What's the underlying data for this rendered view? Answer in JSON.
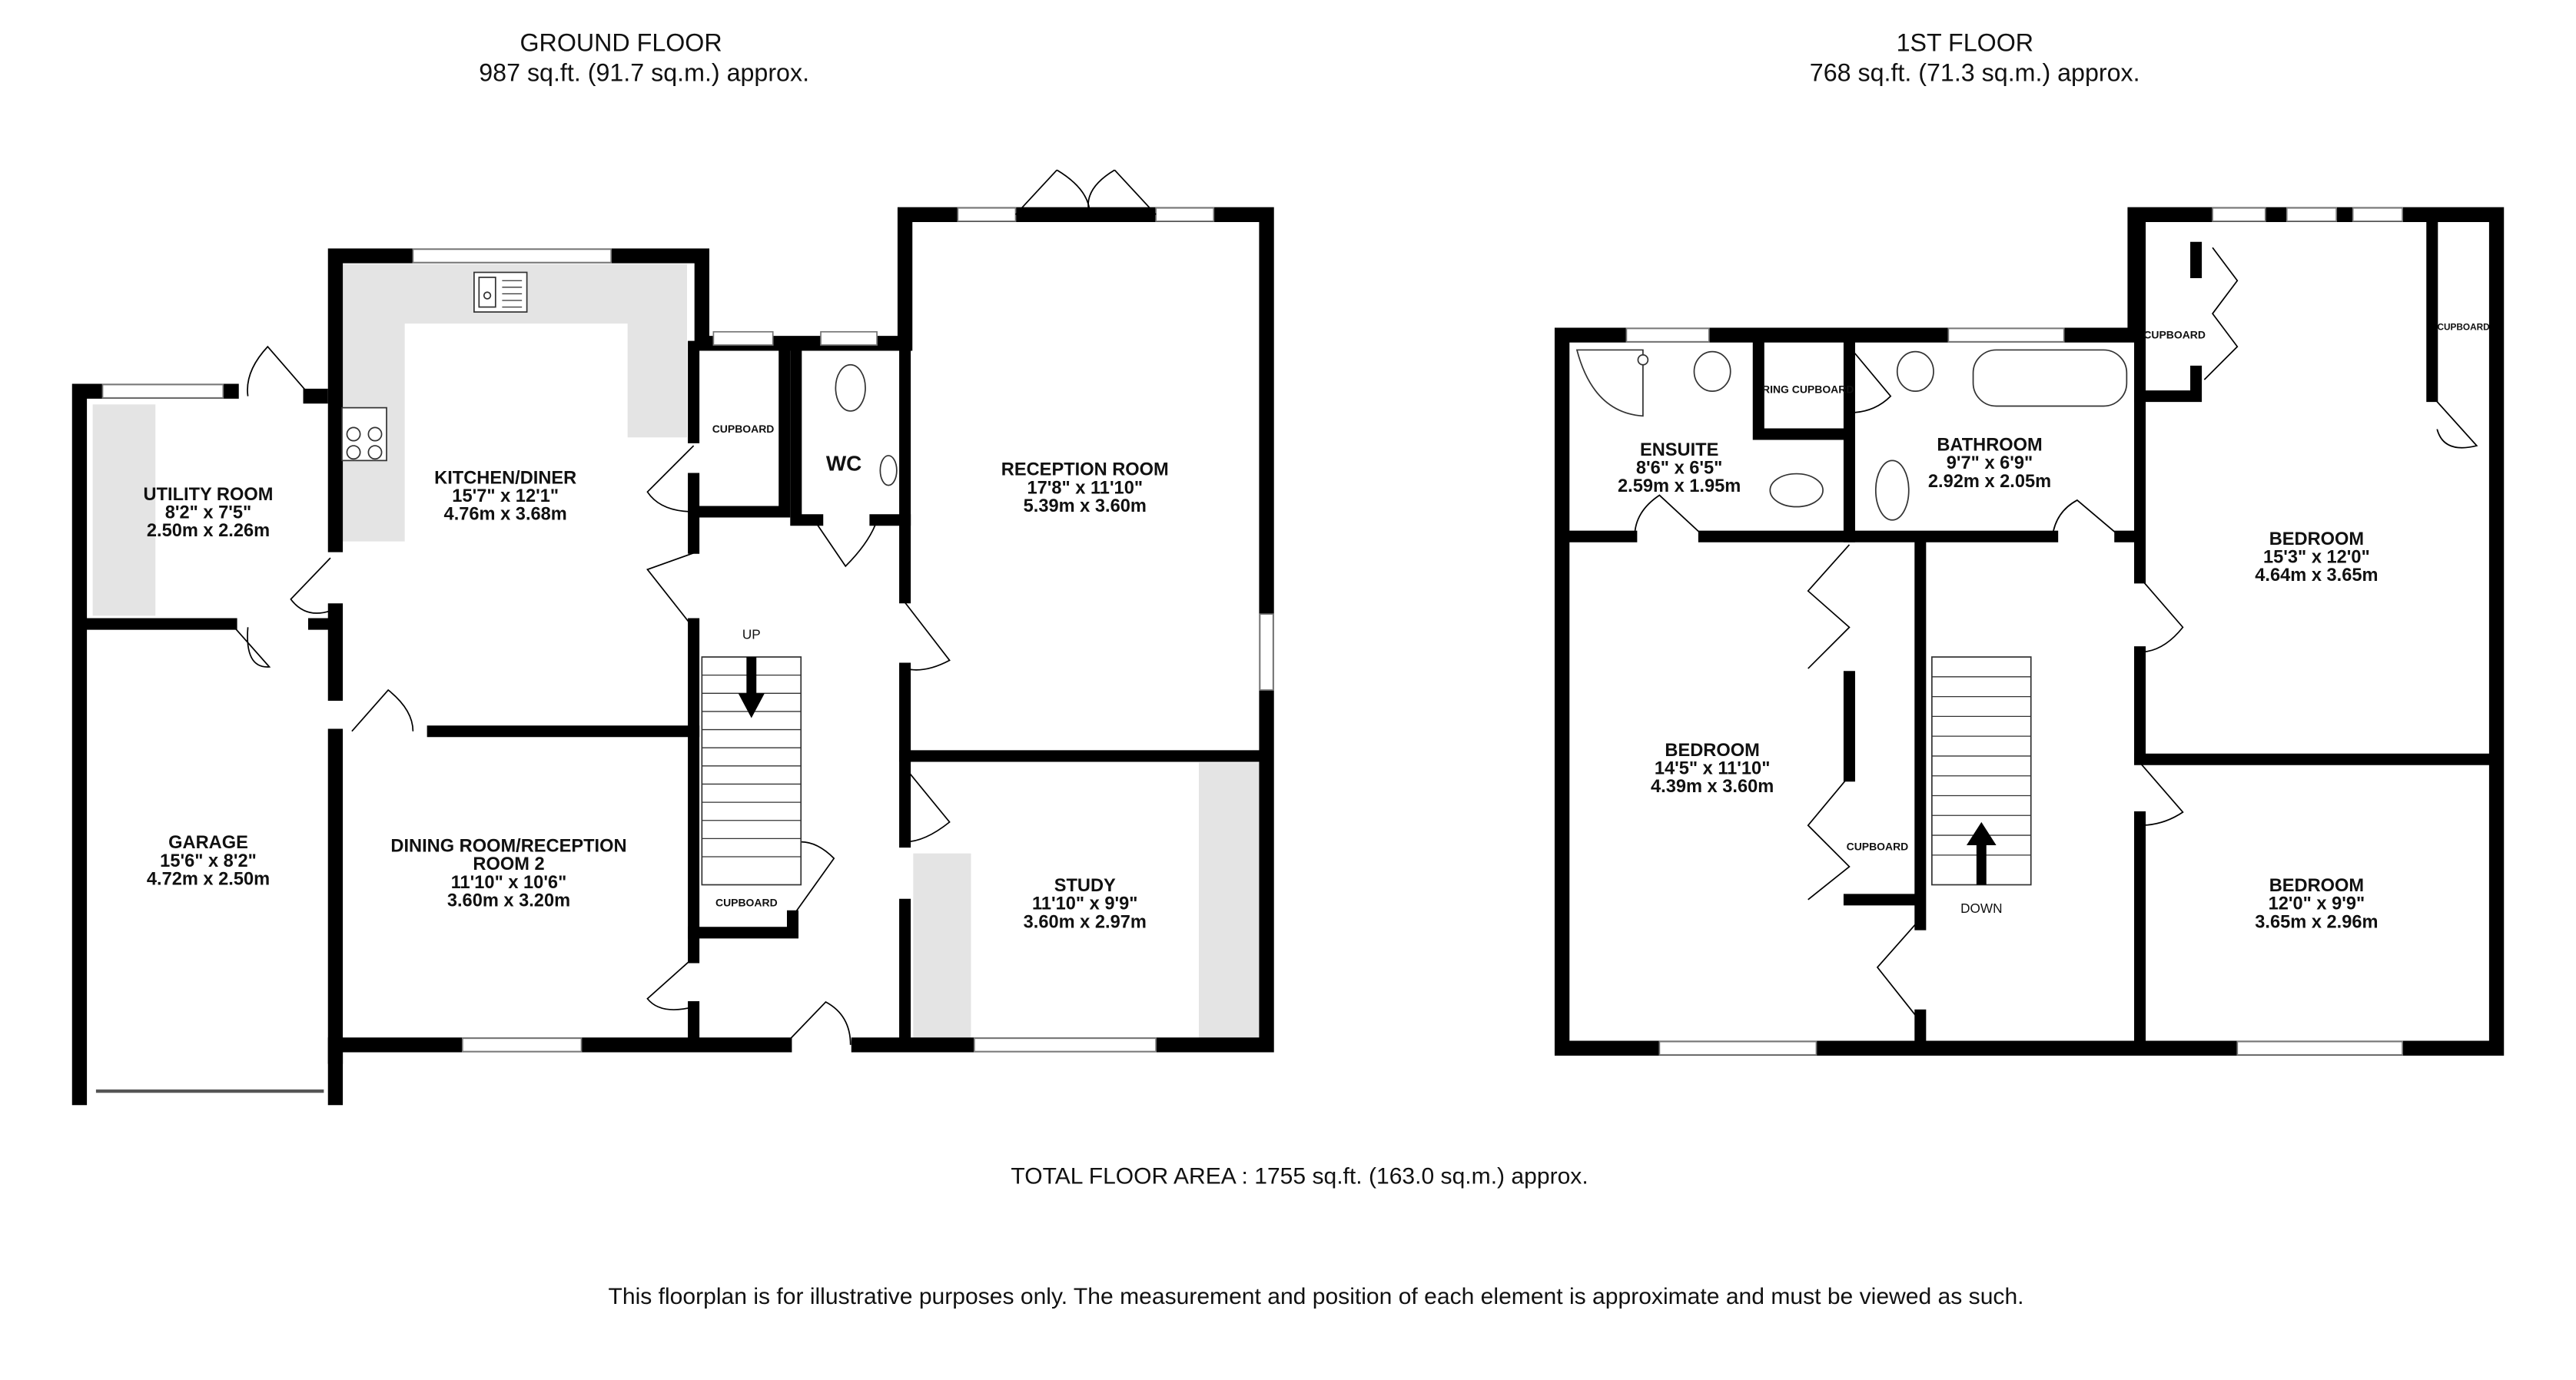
{
  "ground_floor": {
    "title": "GROUND FLOOR",
    "area": "987 sq.ft. (91.7 sq.m.) approx.",
    "rooms": [
      {
        "name": "KITCHEN/DINER",
        "imperial": "15'7\"  x 12'1\"",
        "metric": "4.76m  x 3.68m"
      },
      {
        "name": "UTILITY ROOM",
        "imperial": "8'2\"  x 7'5\"",
        "metric": "2.50m  x 2.26m"
      },
      {
        "name": "RECEPTION ROOM",
        "imperial": "17'8\"  x 11'10\"",
        "metric": "5.39m  x 3.60m"
      },
      {
        "name": "GARAGE",
        "imperial": "15'6\"  x 8'2\"",
        "metric": "4.72m  x 2.50m"
      },
      {
        "name": "DINING ROOM/RECEPTION",
        "name2": "ROOM 2",
        "imperial": "11'10\"  x 10'6\"",
        "metric": "3.60m  x 3.20m"
      },
      {
        "name": "STUDY",
        "imperial": "11'10\"  x 9'9\"",
        "metric": "3.60m  x 2.97m"
      }
    ],
    "labels": {
      "cupboard_1": "CUPBOARD",
      "cupboard_2": "CUPBOARD",
      "wc": "WC",
      "stairs": "UP"
    }
  },
  "first_floor": {
    "title": "1ST FLOOR",
    "area": "768 sq.ft. (71.3 sq.m.) approx.",
    "rooms": [
      {
        "name": "ENSUITE",
        "imperial": "8'6\"  x 6'5\"",
        "metric": "2.59m  x 1.95m"
      },
      {
        "name": "BATHROOM",
        "imperial": "9'7\"  x 6'9\"",
        "metric": "2.92m  x 2.05m"
      },
      {
        "name": "BEDROOM",
        "imperial": "15'3\"  x 12'0\"",
        "metric": "4.64m  x 3.65m"
      },
      {
        "name": "BEDROOM",
        "imperial": "14'5\"  x 11'10\"",
        "metric": "4.39m  x 3.60m"
      },
      {
        "name": "BEDROOM",
        "imperial": "12'0\"  x 9'9\"",
        "metric": "3.65m  x 2.96m"
      }
    ],
    "labels": {
      "airing_cupboard": "RING CUPBOARD",
      "cupboard_1": "CUPBOARD",
      "cupboard_2": "CUPBOARD",
      "cupboard_3": "CUPBOARD",
      "stairs": "DOWN"
    }
  },
  "total_area": "TOTAL FLOOR AREA : 1755 sq.ft. (163.0 sq.m.) approx.",
  "disclaimer": "This floorplan is for illustrative purposes only. The measurement and position of each element is approximate and must be viewed as such."
}
